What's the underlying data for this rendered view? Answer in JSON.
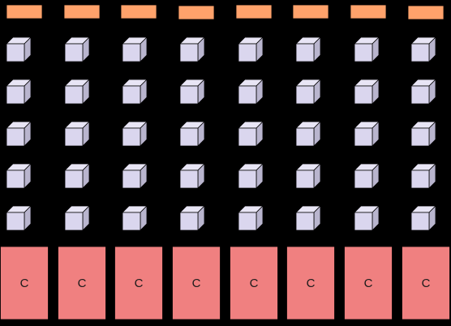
{
  "columns": [
    {
      "label": "C"
    },
    {
      "label": "C"
    },
    {
      "label": "C"
    },
    {
      "label": "C"
    },
    {
      "label": "C"
    },
    {
      "label": "C"
    },
    {
      "label": "C"
    },
    {
      "label": "C"
    }
  ],
  "cubes_per_column": 5,
  "colors": {
    "background": "#000000",
    "header_bar": "#FFA26B",
    "cube_front": "#DAD6EE",
    "cube_top": "#E8E5F5",
    "cube_side": "#B9B5CE",
    "column_block": "#F08080",
    "label_text": "#1a1a1a"
  },
  "icons": {
    "cube": "cube-icon"
  }
}
